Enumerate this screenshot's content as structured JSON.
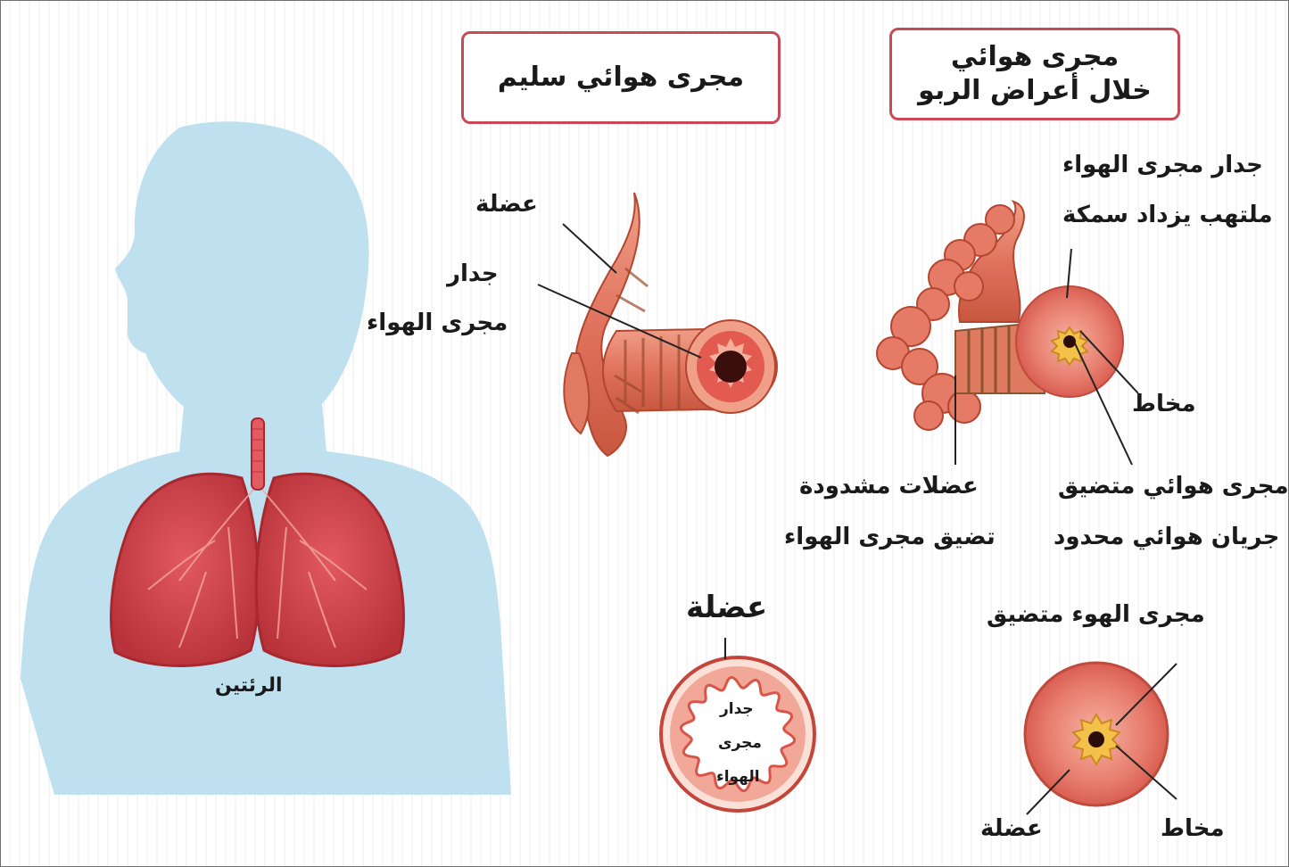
{
  "healthy_airway": {
    "title": "مجرى هوائي سليم"
  },
  "asthma_airway": {
    "title_line1": "مجرى هوائي",
    "title_line2": "خلال  أعراض الربو"
  },
  "healthy_labels": {
    "muscle": "عضلة",
    "wall_line1": "جدار",
    "wall_line2": "مجرى الهواء"
  },
  "asthma_labels": {
    "wall_line1": "جدار مجرى الهواء",
    "wall_line2": "ملتهب يزداد سمكة",
    "mucus": "مخاط",
    "muscles_line1": "عضلات مشدودة",
    "muscles_line2": "تضيق مجرى الهواء",
    "narrow_line1": "مجرى هوائي متضيق",
    "narrow_line2": "جريان هوائي محدود"
  },
  "body": {
    "lungs_label": "الرئتين"
  },
  "healthy_cross_section": {
    "title": "عضلة",
    "inner_line1": "جدار",
    "inner_line2": "مجرى",
    "inner_line3": "الهواء"
  },
  "narrowed_cross_section": {
    "title": "مجرى الهوء متضيق",
    "muscle": "عضلة",
    "mucus": "مخاط"
  },
  "colors": {
    "silhouette": "#bfe1ef",
    "lung": "#d7484e",
    "lung_dark": "#a8282f",
    "airway": "#e8806a",
    "box_border": "#c94a56"
  }
}
